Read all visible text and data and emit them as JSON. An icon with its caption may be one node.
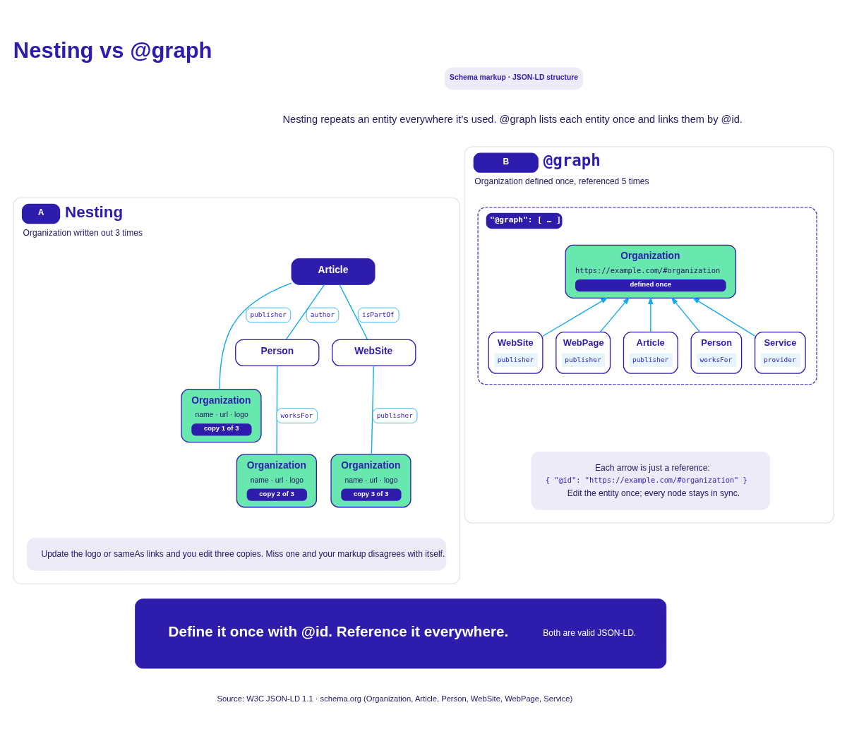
{
  "diagram": {
    "title": "Nesting vs @graph",
    "nodes": [
      {
        "text": [
          "A",
          "Nesting",
          "Organization written out 3 times"
        ]
      },
      {
        "text": [
          "Article"
        ],
        "in": 0
      },
      {
        "text": [
          "Organization",
          "name · url · logo",
          "copy 1 of 3"
        ],
        "in": 0
      },
      {
        "text": [
          "Person"
        ],
        "in": 0
      },
      {
        "text": [
          "WebSite"
        ],
        "in": 0
      },
      {
        "text": [
          "Organization",
          "name · url · logo",
          "copy 2 of 3"
        ],
        "in": 0
      },
      {
        "text": [
          "Organization",
          "name · url · logo",
          "copy 3 of 3"
        ],
        "in": 0
      },
      {
        "text": [
          "Update the logo or sameAs links and you edit three copies. Miss one and your markup disagrees with itself."
        ],
        "in": 0
      },
      {
        "text": [
          "B",
          "@graph",
          "Organization defined once, referenced 5 times"
        ]
      },
      {
        "text": [
          "\"@graph\": [ … ]"
        ],
        "in": 8
      },
      {
        "text": [
          "Organization",
          "https://example.com/#organization",
          "defined once"
        ],
        "in": 9
      },
      {
        "text": [
          "WebSite",
          "publisher"
        ],
        "in": 9
      },
      {
        "text": [
          "WebPage",
          "publisher"
        ],
        "in": 9
      },
      {
        "text": [
          "Article",
          "publisher"
        ],
        "in": 9
      },
      {
        "text": [
          "Person",
          "worksFor"
        ],
        "in": 9
      },
      {
        "text": [
          "Service",
          "provider"
        ],
        "in": 9
      },
      {
        "text": [
          "Each arrow is just a reference:",
          "{ \"@id\": \"https://example.com/#organization\" }",
          "Edit the entity once; every node stays in sync."
        ],
        "in": 8
      },
      {
        "text": [
          "Define it once with @id. Reference it everywhere.",
          "Both are valid JSON-LD."
        ]
      }
    ],
    "edges": [
      {
        "from": 1,
        "to": 2,
        "arrow": "none",
        "label": "publisher"
      },
      {
        "from": 1,
        "to": 3,
        "arrow": "none",
        "label": "author"
      },
      {
        "from": 1,
        "to": 4,
        "arrow": "none",
        "label": "isPartOf"
      },
      {
        "from": 3,
        "to": 5,
        "arrow": "none",
        "label": "worksFor"
      },
      {
        "from": 4,
        "to": 6,
        "arrow": "none",
        "label": "publisher"
      },
      {
        "from": 11,
        "to": 10,
        "arrow": "to"
      },
      {
        "from": 12,
        "to": 10,
        "arrow": "to"
      },
      {
        "from": 13,
        "to": 10,
        "arrow": "to"
      },
      {
        "from": 14,
        "to": 10,
        "arrow": "to"
      },
      {
        "from": 15,
        "to": 10,
        "arrow": "to"
      }
    ],
    "labels": [
      "Schema markup · JSON-LD structure",
      "Nesting repeats an entity everywhere it’s used. @graph lists each entity once and links them by @id.",
      "Source: W3C JSON-LD 1.1 · schema.org (Organization, Article, Person, WebSite, WebPage, Service)"
    ]
  }
}
